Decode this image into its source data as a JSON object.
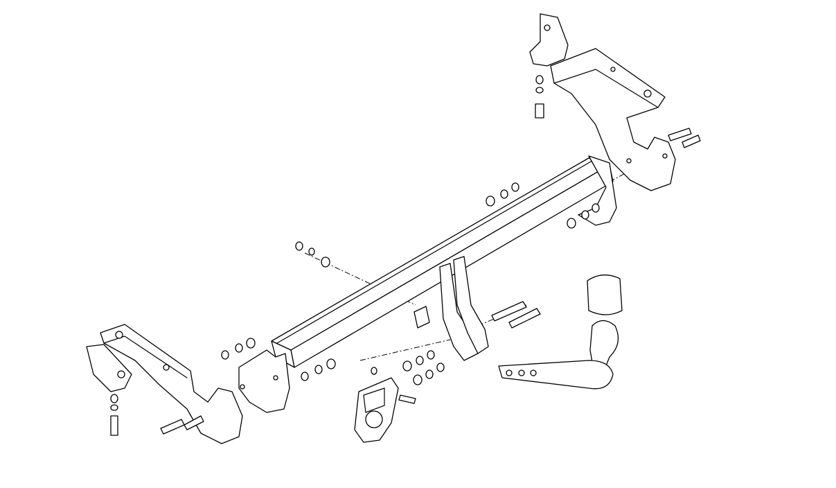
{
  "colors": {
    "line": "#000000",
    "background": "#ffffff"
  },
  "icons": [
    "towbar-beam",
    "mounting-bracket",
    "bolt",
    "nut",
    "washer",
    "tow-ball",
    "socket-plate"
  ]
}
